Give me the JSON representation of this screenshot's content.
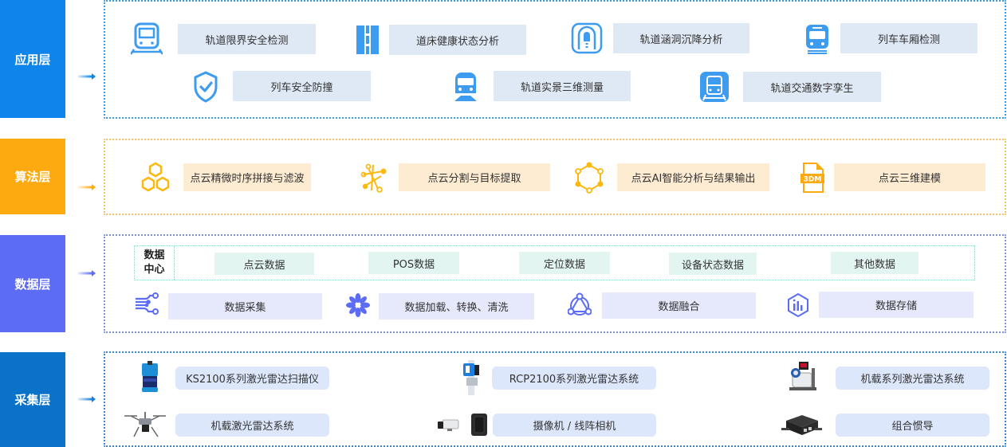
{
  "colors": {
    "application": "#0d85ea",
    "algorithm": "#fcaa10",
    "data": "#5c6cf5",
    "collection": "#0a72c8"
  },
  "layers": {
    "application": {
      "label": "应用层",
      "items": [
        {
          "icon": "train-front-icon",
          "label": "轨道限界安全检测"
        },
        {
          "icon": "road-track-icon",
          "label": "道床健康状态分析"
        },
        {
          "icon": "tunnel-icon",
          "label": "轨道涵洞沉降分析"
        },
        {
          "icon": "train-car-icon",
          "label": "列车车厢检测"
        },
        {
          "icon": "shield-check-icon",
          "label": "列车安全防撞"
        },
        {
          "icon": "train-3d-icon",
          "label": "轨道实景三维测量"
        },
        {
          "icon": "train-digital-twin-icon",
          "label": "轨道交通数字孪生"
        }
      ]
    },
    "algorithm": {
      "label": "算法层",
      "items": [
        {
          "icon": "hexagons-icon",
          "label": "点云精微时序拼接与滤波"
        },
        {
          "icon": "network-nodes-icon",
          "label": "点云分割与目标提取"
        },
        {
          "icon": "ring-nodes-icon",
          "label": "点云AI智能分析与结果输出"
        },
        {
          "icon": "file-3dm-icon",
          "label": "点云三维建模"
        }
      ]
    },
    "data": {
      "label": "数据层",
      "data_center": {
        "title_line1": "数据",
        "title_line2": "中心",
        "items": [
          "点云数据",
          "POS数据",
          "定位数据",
          "设备状态数据",
          "其他数据"
        ]
      },
      "items": [
        {
          "icon": "data-flow-icon",
          "label": "数据采集"
        },
        {
          "icon": "flower-icon",
          "label": "数据加载、转换、清洗"
        },
        {
          "icon": "triangle-nodes-icon",
          "label": "数据融合"
        },
        {
          "icon": "hex-chart-icon",
          "label": "数据存储"
        }
      ],
      "file_3dm_text": "3DM"
    },
    "collection": {
      "label": "采集层",
      "items": [
        {
          "icon": "lidar-scanner-image",
          "label": "KS2100系列激光雷达扫描仪"
        },
        {
          "icon": "rcp-lidar-image",
          "label": "RCP2100系列激光雷达系统"
        },
        {
          "icon": "vehicle-lidar-image",
          "label": "机载系列激光雷达系统"
        },
        {
          "icon": "drone-lidar-image",
          "label": "机载激光雷达系统"
        },
        {
          "icon": "camera-image",
          "label": "摄像机 / 线阵相机"
        },
        {
          "icon": "ins-unit-image",
          "label": "组合惯导"
        }
      ]
    }
  }
}
